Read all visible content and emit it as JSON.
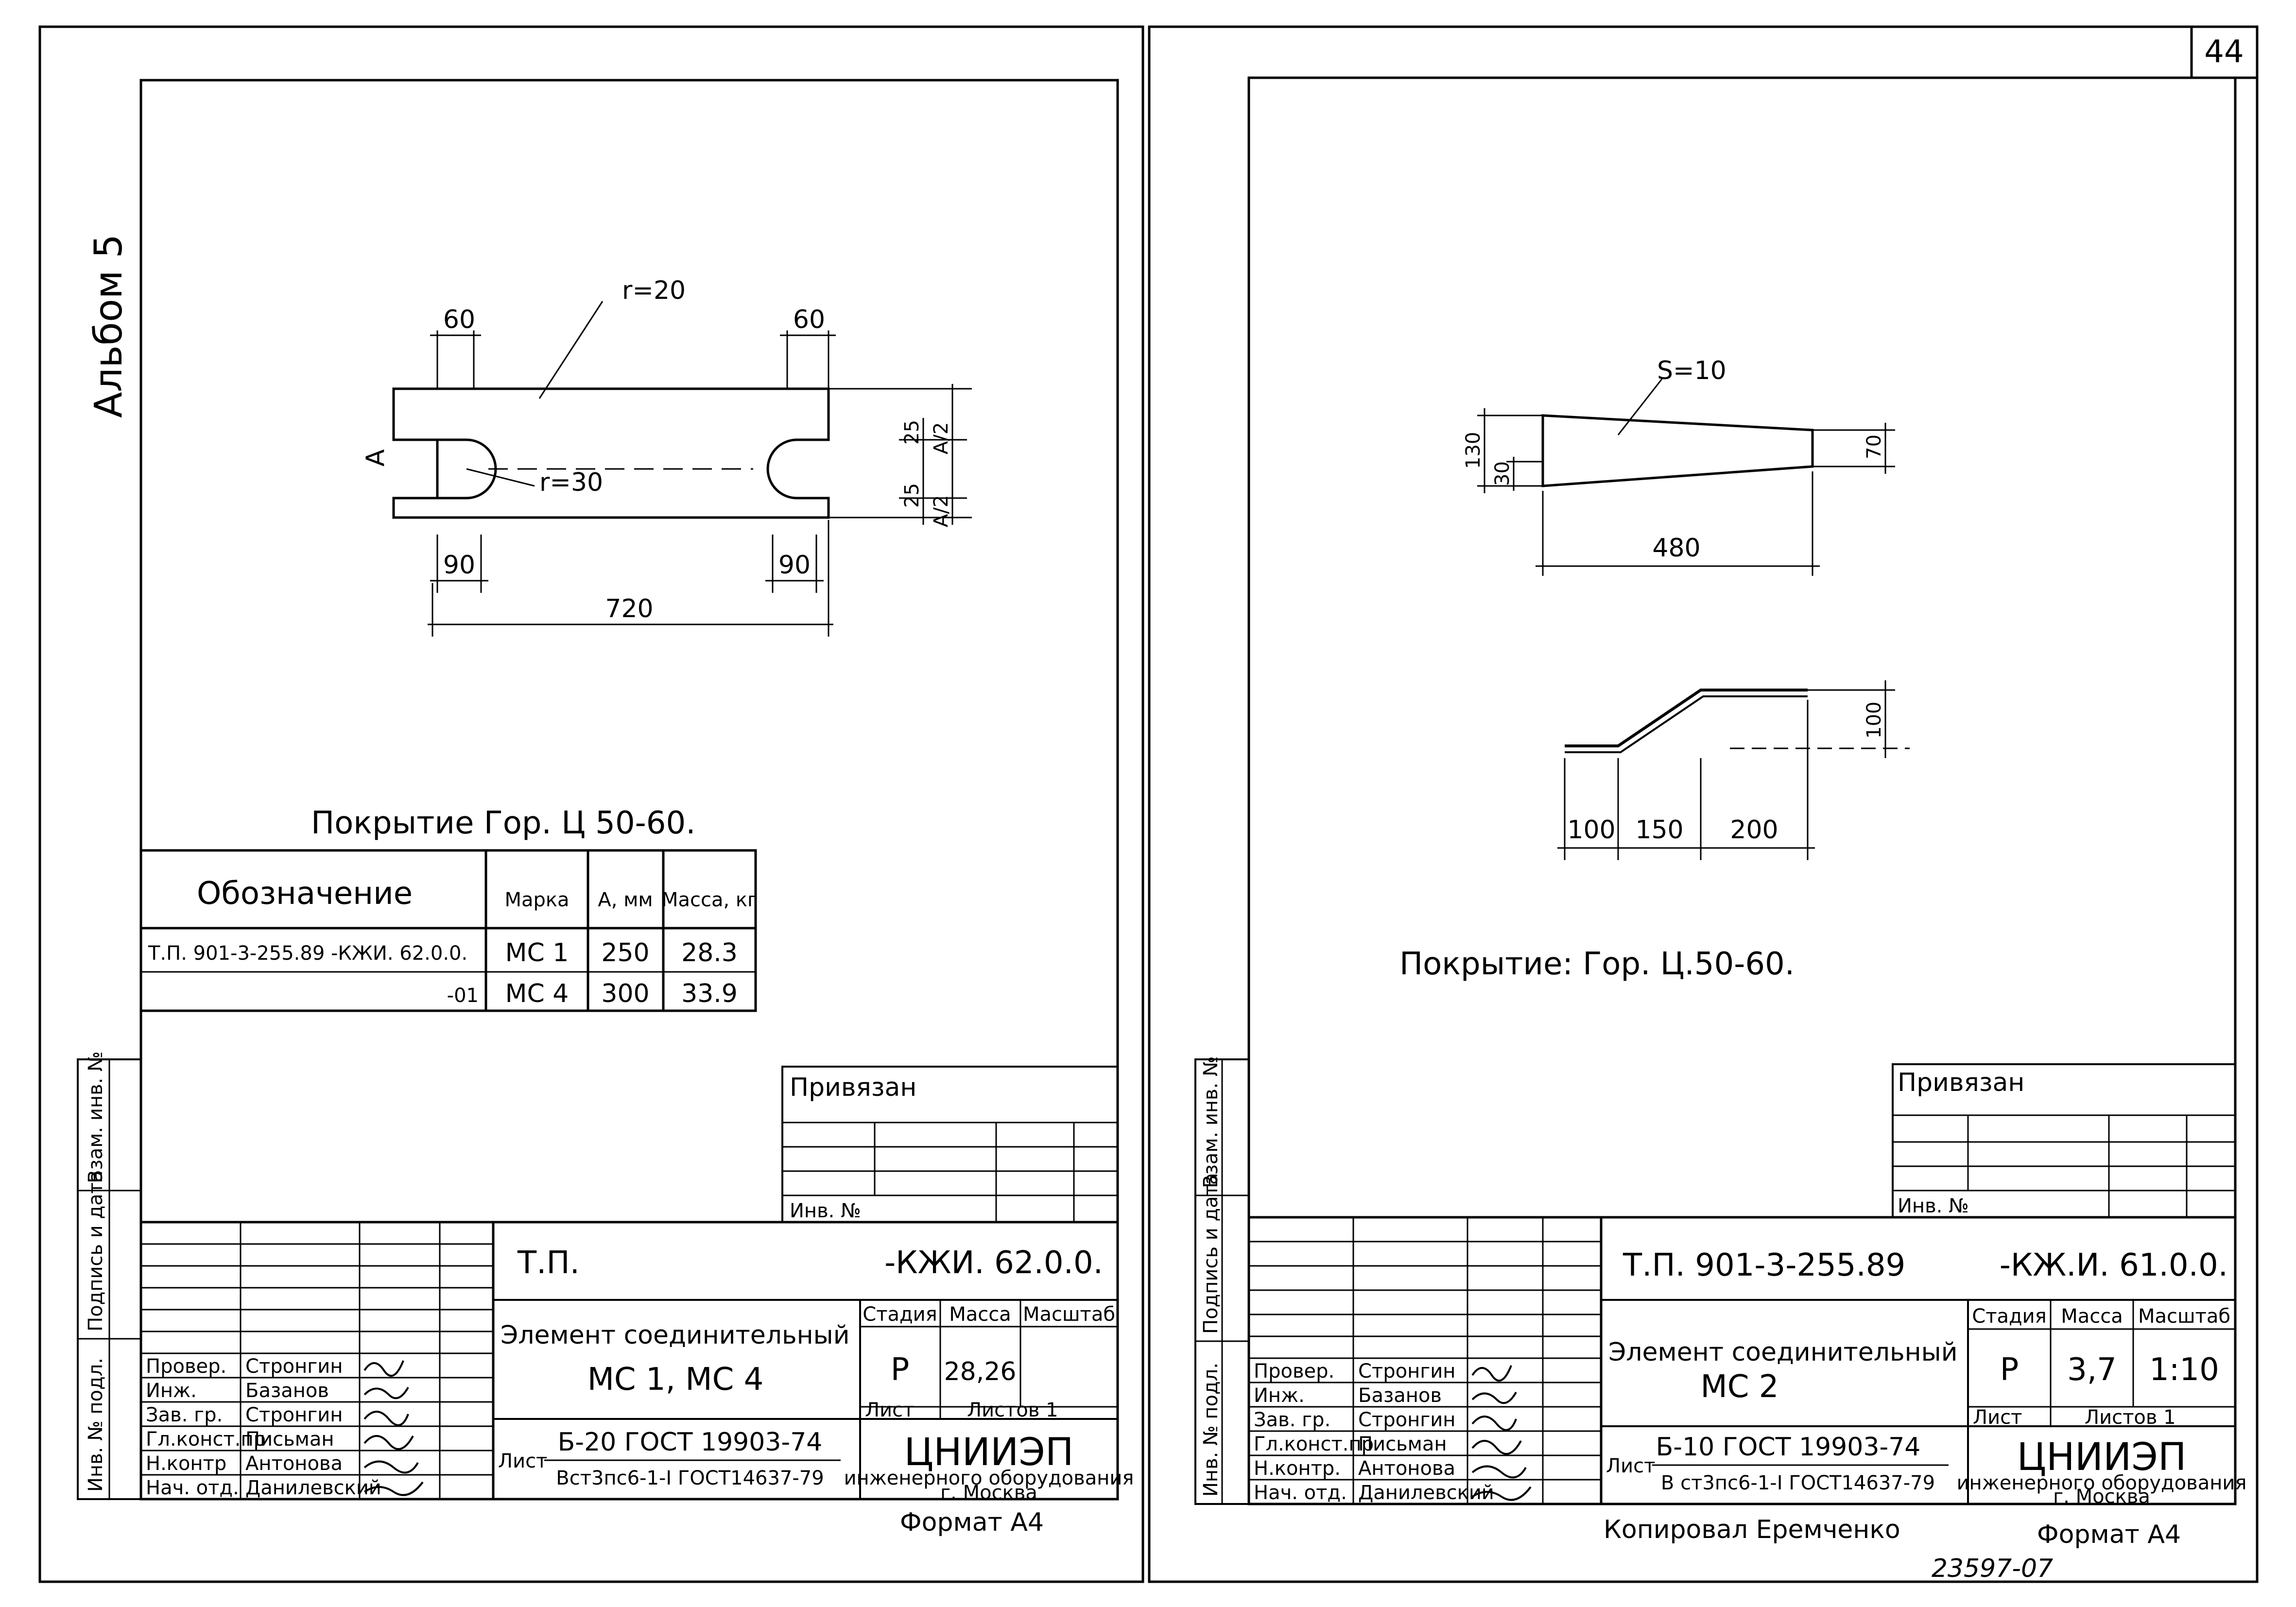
{
  "page_number": "44",
  "album": "Альбом 5",
  "copied_by": "Копировал Еремченко",
  "stamp_number": "23597-07",
  "left_sheet": {
    "drawing": {
      "radius_top": "r=20",
      "radius_notch": "r=30",
      "dim_60_left": "60",
      "dim_60_right": "60",
      "dim_90_left": "90",
      "dim_90_right": "90",
      "dim_720": "720",
      "dim_A": "A",
      "dim_25_top": "25",
      "dim_25_bottom": "25",
      "dim_A2_top": "A/2",
      "dim_A2_bottom": "A/2"
    },
    "coating": "Покрытие   Гор. Ц 50-60.",
    "spec_table": {
      "headers": [
        "Обозначение",
        "Марка",
        "А, мм",
        "Масса, кг"
      ],
      "rows": [
        [
          "Т.П. 901-3-255.89 -КЖИ. 62.0.0.",
          "МС 1",
          "250",
          "28.3"
        ],
        [
          "-01",
          "МС 4",
          "300",
          "33.9"
        ]
      ]
    },
    "side_labels": [
      "Инв. № подл.",
      "Подпись и дата",
      "Взам. инв. №"
    ],
    "privyazan": "Привязан",
    "inv_no": "Инв. №",
    "title_block": {
      "project": "Т.П.",
      "code": "-КЖИ. 62.0.0.",
      "name_line1": "Элемент соединительный",
      "name_line2": "МС 1, МС 4",
      "stage_header": "Стадия",
      "mass_header": "Масса",
      "scale_header": "Масштаб",
      "stage": "Р",
      "mass": "28,26",
      "scale": "",
      "sheet_label": "Лист",
      "sheets_label": "Листов 1",
      "material_prefix": "Лист",
      "material_line1": "Б-20 ГОСТ 19903-74",
      "material_line2": "Вст3пс6-1-I ГОСТ14637-79",
      "org_name": "ЦНИИЭП",
      "org_line2": "инженерного оборудования",
      "org_line3": "г. Москва",
      "format": "Формат А4",
      "roles": [
        "Провер.",
        "Инж.",
        "Зав. гр.",
        "Гл.конст.пр",
        "Н.контр",
        "Нач. отд."
      ],
      "names": [
        "Стронгин",
        "Базанов",
        "Стронгин",
        "Письман",
        "Антонова",
        "Данилевский"
      ]
    }
  },
  "right_sheet": {
    "drawing": {
      "thickness": "S=10",
      "dim_130": "130",
      "dim_30": "30",
      "dim_70": "70",
      "dim_480": "480",
      "dim_100_v": "100",
      "dim_100": "100",
      "dim_150": "150",
      "dim_200": "200"
    },
    "coating": "Покрытие:   Гор. Ц.50-60.",
    "side_labels": [
      "Инв. № подл.",
      "Подпись и дата",
      "Взам. инв. №"
    ],
    "privyazan": "Привязан",
    "inv_no": "Инв. №",
    "title_block": {
      "project": "Т.П. 901-3-255.89",
      "code": "-КЖ.И. 61.0.0.",
      "name_line1": "Элемент соединительный",
      "name_line2": "МС 2",
      "stage_header": "Стадия",
      "mass_header": "Масса",
      "scale_header": "Масштаб",
      "stage": "Р",
      "mass": "3,7",
      "scale": "1:10",
      "sheet_label": "Лист",
      "sheets_label": "Листов 1",
      "material_prefix": "Лист",
      "material_line1": "Б-10 ГОСТ 19903-74",
      "material_line2": "В ст3пс6-1-I ГОСТ14637-79",
      "org_name": "ЦНИИЭП",
      "org_line2": "инженерного оборудования",
      "org_line3": "г. Москва",
      "format": "Формат А4",
      "roles": [
        "Провер.",
        "Инж.",
        "Зав. гр.",
        "Гл.конст.пр",
        "Н.контр.",
        "Нач. отд."
      ],
      "names": [
        "Стронгин",
        "Базанов",
        "Стронгин",
        "Письман",
        "Антонова",
        "Данилевский"
      ]
    }
  }
}
